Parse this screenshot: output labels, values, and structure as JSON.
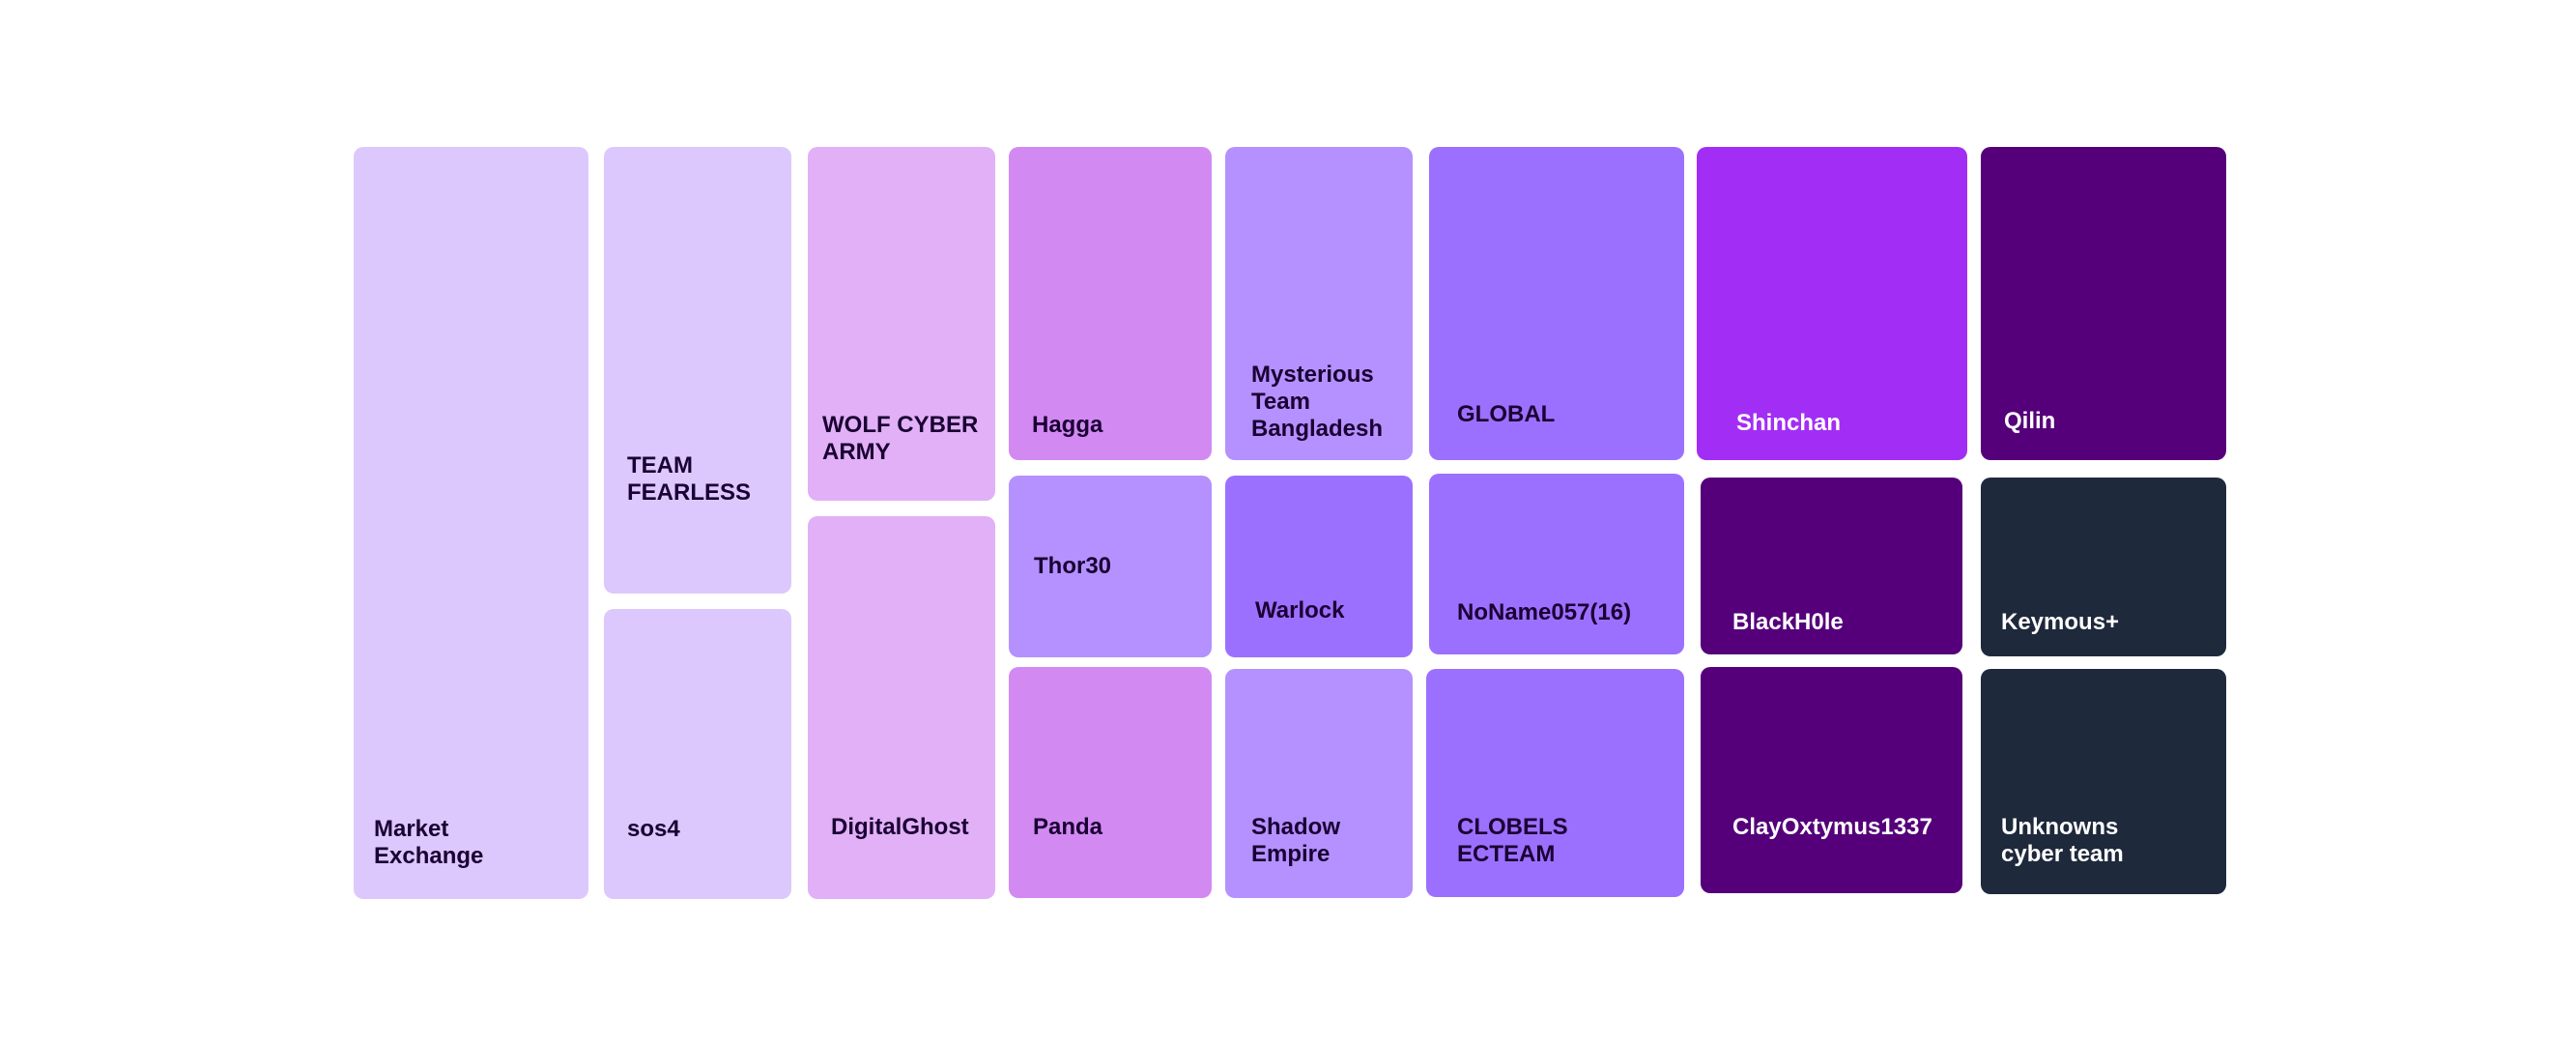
{
  "chart_data": {
    "type": "treemap",
    "palette": {
      "lavender": "#dcc8fc",
      "orchid": "#e1b0f6",
      "violet": "#d28af2",
      "periwinkle": "#b491fe",
      "medium-purple": "#9c70fe",
      "bright-purple": "#a22ef5",
      "deep-purple": "#55007a",
      "navy": "#1e293b"
    },
    "tiles": [
      {
        "name": "Market\nExchange",
        "color": "#dcc8fc",
        "text_color": "#1a0033"
      },
      {
        "name": "TEAM\nFEARLESS",
        "color": "#dcc8fc",
        "text_color": "#1a0033"
      },
      {
        "name": "sos4",
        "color": "#dcc8fc",
        "text_color": "#1a0033"
      },
      {
        "name": "WOLF CYBER\nARMY",
        "color": "#e1b0f6",
        "text_color": "#1a0033"
      },
      {
        "name": "DigitalGhost",
        "color": "#e1b0f6",
        "text_color": "#1a0033"
      },
      {
        "name": "Hagga",
        "color": "#d28af2",
        "text_color": "#1a0033"
      },
      {
        "name": "Thor30",
        "color": "#b491fe",
        "text_color": "#1a0033"
      },
      {
        "name": "Panda",
        "color": "#d28af2",
        "text_color": "#1a0033"
      },
      {
        "name": "Mysterious\nTeam\nBangladesh",
        "color": "#b491fe",
        "text_color": "#1a0033"
      },
      {
        "name": "Warlock",
        "color": "#9c70fe",
        "text_color": "#1a0033"
      },
      {
        "name": "Shadow\nEmpire",
        "color": "#b491fe",
        "text_color": "#1a0033"
      },
      {
        "name": "GLOBAL",
        "color": "#9c70fe",
        "text_color": "#1a0033"
      },
      {
        "name": "NoName057(16)",
        "color": "#9c70fe",
        "text_color": "#1a0033"
      },
      {
        "name": "CLOBELS\nECTEAM",
        "color": "#9c70fe",
        "text_color": "#1a0033"
      },
      {
        "name": "Shinchan",
        "color": "#a22ef5",
        "text_color": "#ffffff"
      },
      {
        "name": "BlackH0le",
        "color": "#55007a",
        "text_color": "#ffffff"
      },
      {
        "name": "ClayOxtymus1337",
        "color": "#55007a",
        "text_color": "#ffffff"
      },
      {
        "name": "Qilin",
        "color": "#55007a",
        "text_color": "#ffffff"
      },
      {
        "name": "Keymous+",
        "color": "#1e293b",
        "text_color": "#ffffff"
      },
      {
        "name": "Unknowns\ncyber team",
        "color": "#1e293b",
        "text_color": "#ffffff"
      }
    ]
  }
}
